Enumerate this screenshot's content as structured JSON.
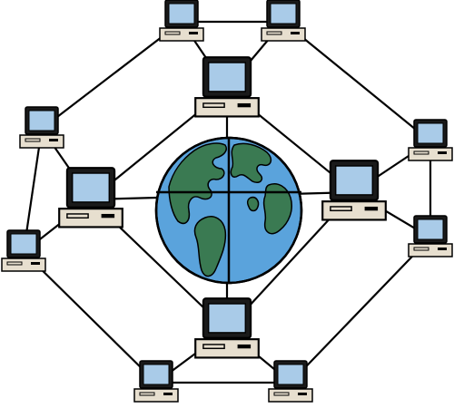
{
  "diagram": {
    "colors": {
      "line": "#000000",
      "screen": "#a9cbe8",
      "screen_border": "#000000",
      "base": "#e7dfcf",
      "globe_ocean": "#5aa3dc",
      "globe_land": "#3a7a52"
    },
    "central_icon": "globe-icon",
    "node_icon": "computer-icon",
    "nodes": [
      {
        "id": "top-left",
        "size": "small"
      },
      {
        "id": "top-right",
        "size": "small"
      },
      {
        "id": "upper-center",
        "size": "large"
      },
      {
        "id": "left-upper",
        "size": "small"
      },
      {
        "id": "right-upper",
        "size": "small"
      },
      {
        "id": "left-center",
        "size": "large"
      },
      {
        "id": "right-center",
        "size": "large"
      },
      {
        "id": "left-lower",
        "size": "small"
      },
      {
        "id": "right-lower",
        "size": "small"
      },
      {
        "id": "lower-center",
        "size": "large"
      },
      {
        "id": "bottom-left",
        "size": "small"
      },
      {
        "id": "bottom-right",
        "size": "small"
      }
    ],
    "links": [
      [
        "top-left",
        "top-right"
      ],
      [
        "top-left",
        "upper-center"
      ],
      [
        "top-right",
        "upper-center"
      ],
      [
        "top-left",
        "left-upper"
      ],
      [
        "top-right",
        "right-upper"
      ],
      [
        "left-upper",
        "left-lower"
      ],
      [
        "right-upper",
        "right-lower"
      ],
      [
        "left-upper",
        "left-center"
      ],
      [
        "left-lower",
        "left-center"
      ],
      [
        "right-upper",
        "right-center"
      ],
      [
        "right-lower",
        "right-center"
      ],
      [
        "upper-center",
        "left-center"
      ],
      [
        "upper-center",
        "right-center"
      ],
      [
        "lower-center",
        "left-center"
      ],
      [
        "lower-center",
        "right-center"
      ],
      [
        "upper-center",
        "lower-center"
      ],
      [
        "left-center",
        "right-center"
      ],
      [
        "left-lower",
        "bottom-left"
      ],
      [
        "right-lower",
        "bottom-right"
      ],
      [
        "bottom-left",
        "bottom-right"
      ],
      [
        "bottom-left",
        "lower-center"
      ],
      [
        "bottom-right",
        "lower-center"
      ]
    ]
  }
}
